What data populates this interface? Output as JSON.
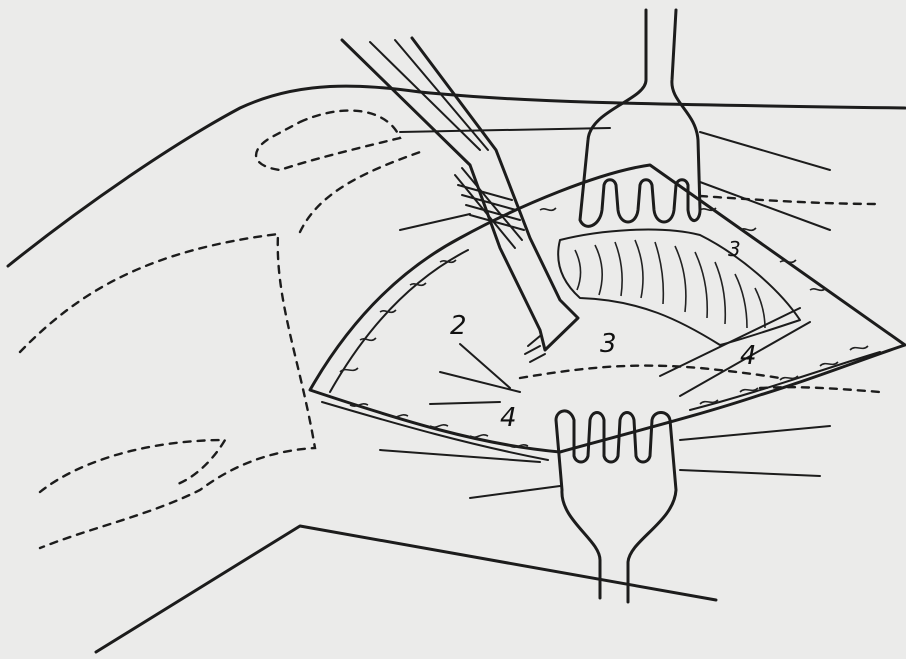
{
  "figure": {
    "labels": [
      "2",
      "3",
      "4",
      "4",
      "3"
    ]
  }
}
